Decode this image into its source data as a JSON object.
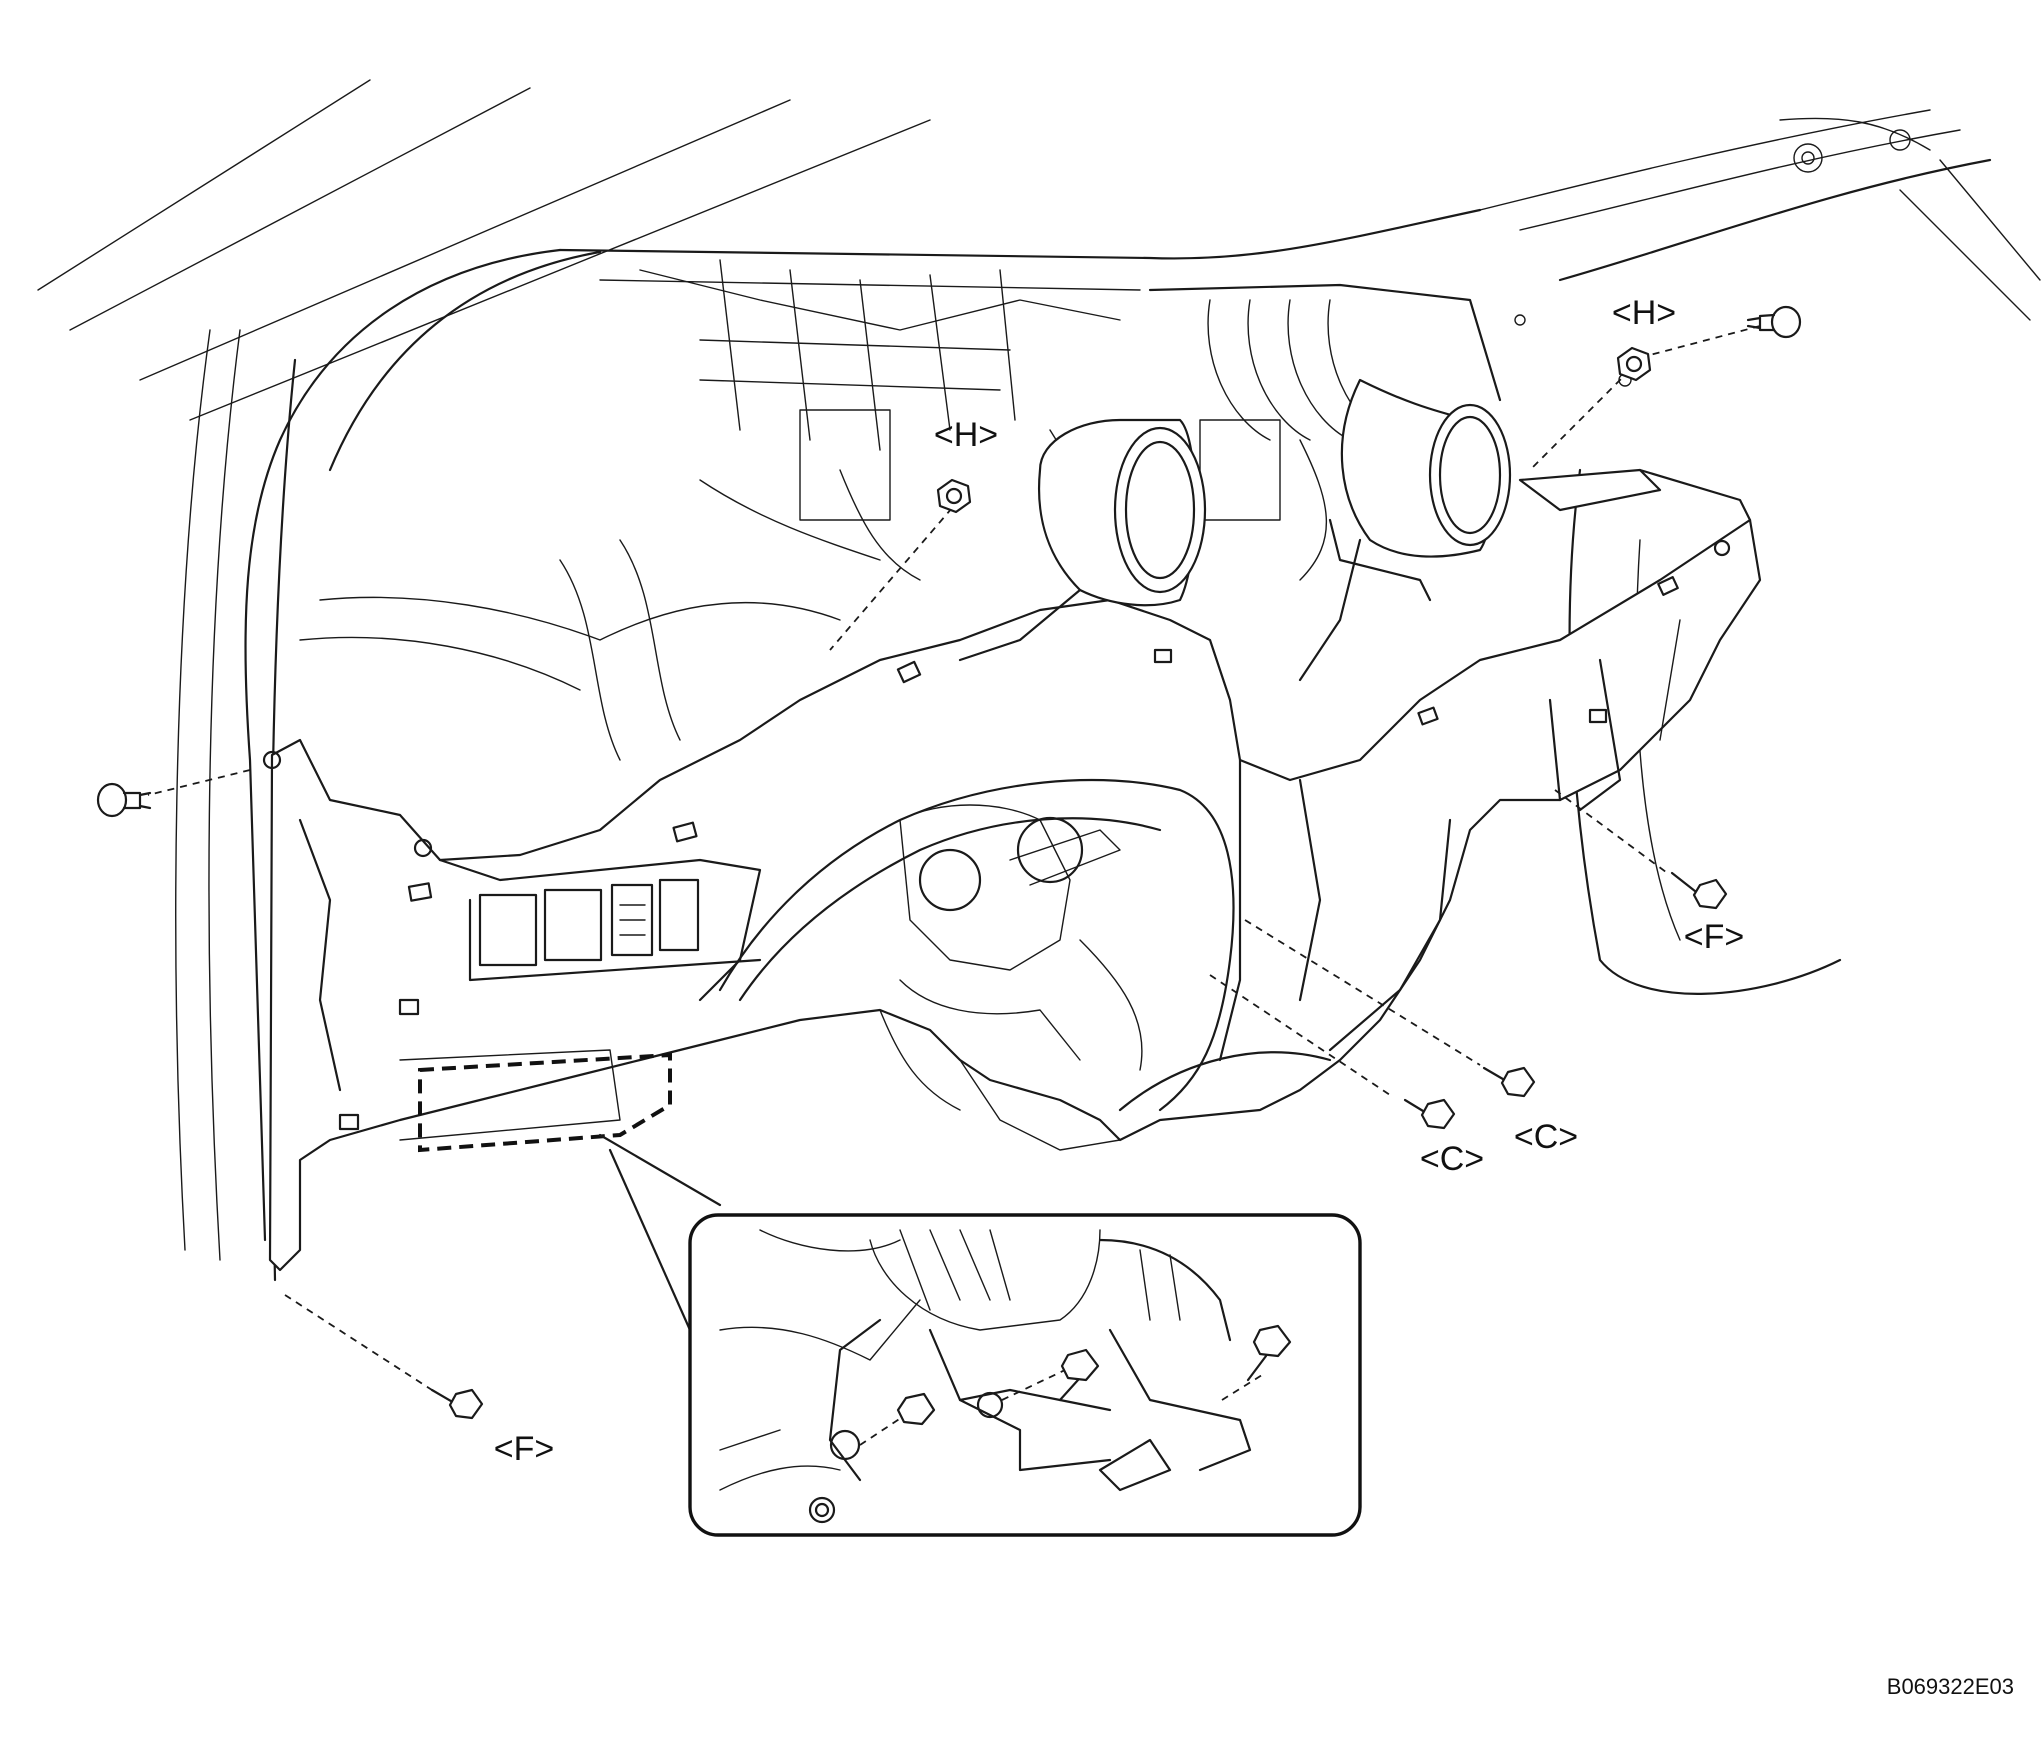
{
  "labels": {
    "nut_top_center": "<H>",
    "nut_top_right": "<H>",
    "bolt_right": "<F>",
    "bolt_lower_left": "<F>",
    "bolt_center_left": "<C>",
    "bolt_center_right": "<C>"
  },
  "figure_code": "B069322E03"
}
